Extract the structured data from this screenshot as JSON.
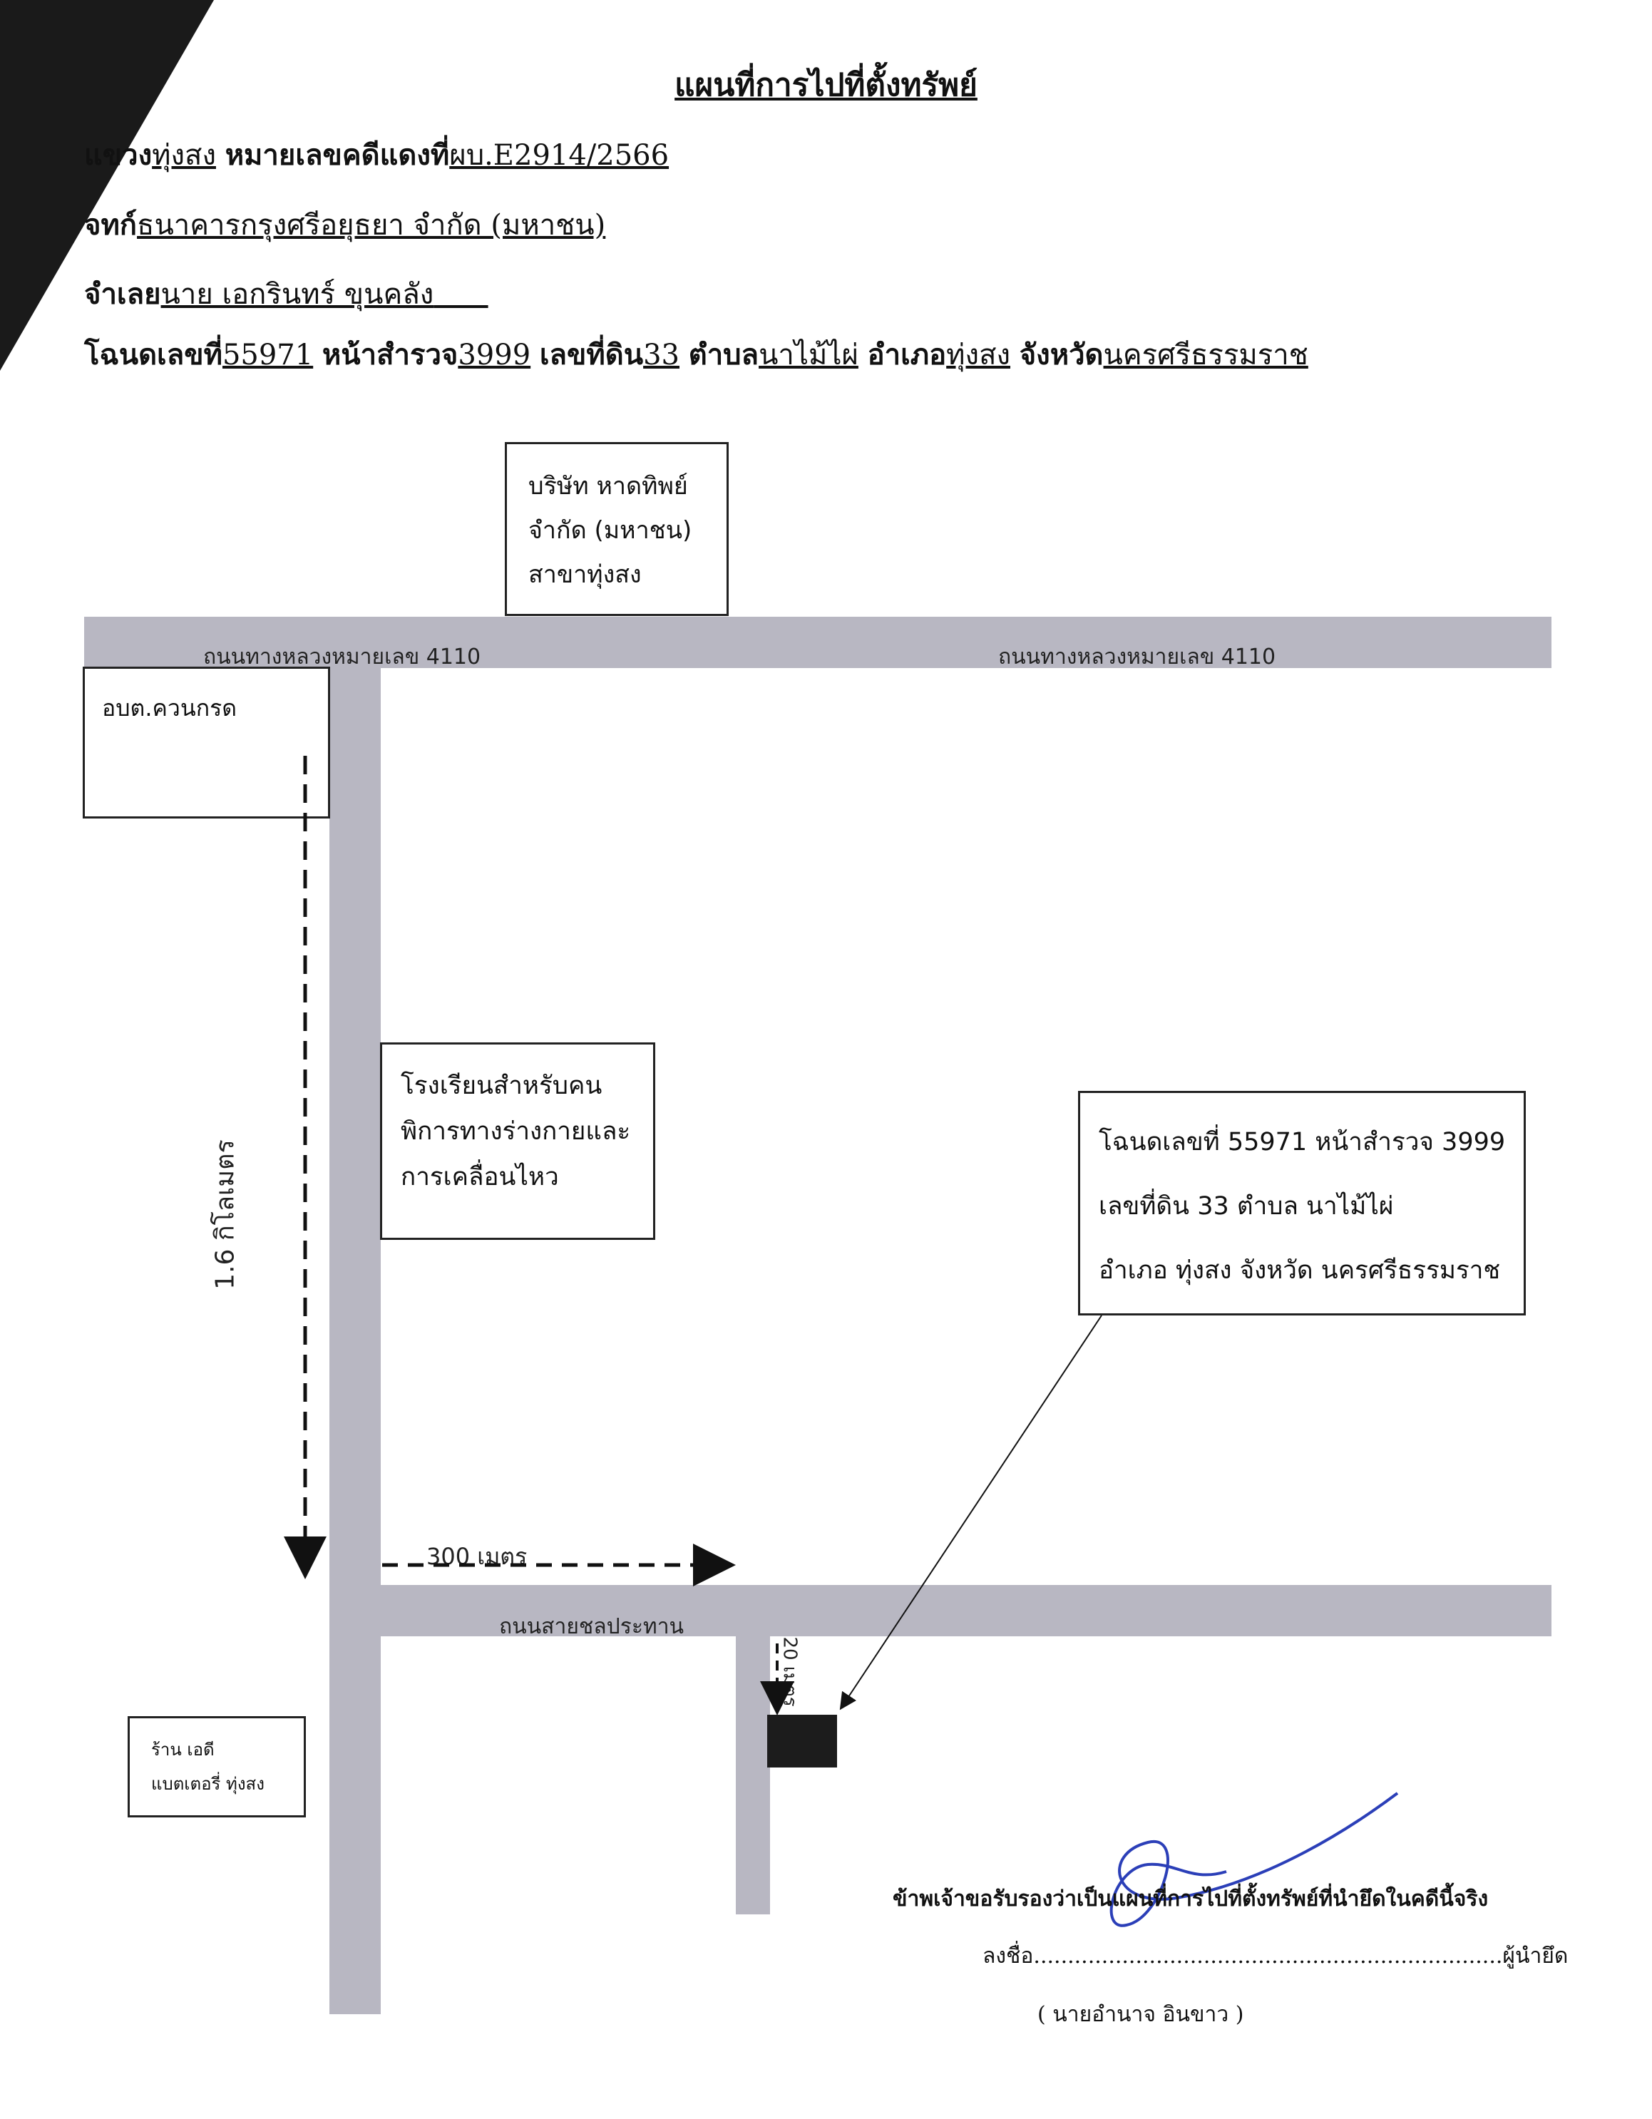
{
  "header": {
    "title": "แผนที่การไปที่ตั้งทรัพย์",
    "case_label_pre": "แขวง",
    "district": "ทุ่งสง",
    "case_label": "หมายเลขคดีแดงที่",
    "case_no": "ผบ.E2914/2566",
    "plaintiff_label": "จทก์",
    "plaintiff": "ธนาคารกรุงศรีอยุธยา  จำกัด  (มหาชน)",
    "defendant_label": "จำเลย",
    "defendant": "นาย เอกรินทร์ ขุนคลัง",
    "deed_label": "โฉนดเลขที่",
    "deed_no": "55971",
    "survey_label": "หน้าสำรวจ",
    "survey_no": "3999",
    "land_label": "เลขที่ดิน",
    "land_no": "33",
    "subdistrict_label": "ตำบล",
    "subdistrict": "นาไม้ไผ่",
    "amphoe_label": "อำเภอ",
    "amphoe": "ทุ่งสง",
    "province_label": "จังหวัด",
    "province": "นครศรีธรรมราช"
  },
  "map": {
    "company_box": [
      "บริษัท หาดทิพย์",
      "จำกัด (มหาชน)",
      "สาขาทุ่งสง"
    ],
    "road_top_left": "ถนนทางหลวงหมายเลข 4110",
    "road_top_right": "ถนนทางหลวงหมายเลข 4110",
    "obt_box": "อบต.ควนกรด",
    "school_box": [
      "โรงเรียนสำหรับคน",
      "พิการทางร่างกายและ",
      "การเคลื่อนไหว"
    ],
    "deed_box": [
      "โฉนดเลขที่ 55971  หน้าสำรวจ 3999",
      "เลขที่ดิน  33   ตำบล นาไม้ไผ่",
      "อำเภอ ทุ่งสง   จังหวัด นครศรีธรรมราช"
    ],
    "distance_vertical": "1.6 กิโลเมตร",
    "distance_horizontal": "300 เมตร",
    "distance_short": "20 เมตร",
    "road_bottom": "ถนนสายชลประทาน",
    "shop_box": [
      "ร้าน เอดี",
      "แบตเตอรี่ ทุ่งสง"
    ],
    "colors": {
      "road": "#b8b7c2",
      "land": "#1c1c1c",
      "signature": "#2b3fb8"
    }
  },
  "certification": {
    "statement": "ข้าพเจ้าขอรับรองว่าเป็นแผนที่การไปที่ตั้งทรัพย์ที่นำยึดในคดีนี้จริง",
    "sign_label": "ลงชื่อ",
    "role": "ผู้นำยึด",
    "name": "(      นายอำนาจ อินขาว )"
  }
}
